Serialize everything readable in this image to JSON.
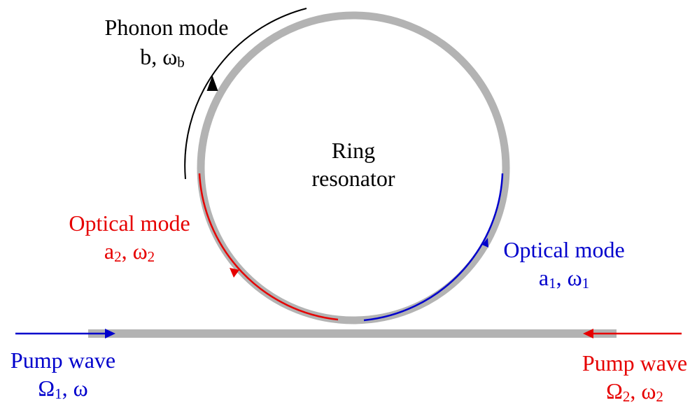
{
  "colors": {
    "waveguide": "#b3b3b3",
    "mode_1": "#0000cc",
    "mode_2": "#e60000",
    "phonon": "#000000"
  },
  "ring": {
    "label_line1": "Ring",
    "label_line2": "resonator"
  },
  "phonon_mode": {
    "title": "Phonon mode",
    "symbol": "b",
    "separator": ", ",
    "freq_base": "ω",
    "freq_sub": "b"
  },
  "optical_mode_2": {
    "title": "Optical mode",
    "symbol_base": "a",
    "symbol_sub": "2",
    "separator": ", ",
    "freq_base": "ω",
    "freq_sub": "2"
  },
  "optical_mode_1": {
    "title": "Optical mode",
    "symbol_base": "a",
    "symbol_sub": "1",
    "separator": ", ",
    "freq_base": "ω",
    "freq_sub": "1"
  },
  "pump_left": {
    "title": "Pump wave",
    "symbol_base": "Ω",
    "symbol_sub": "1",
    "separator": ", ",
    "freq": "ω"
  },
  "pump_right": {
    "title": "Pump wave",
    "symbol_base": "Ω",
    "symbol_sub": "2",
    "separator": ", ",
    "freq_base": "ω",
    "freq_sub": "2"
  }
}
